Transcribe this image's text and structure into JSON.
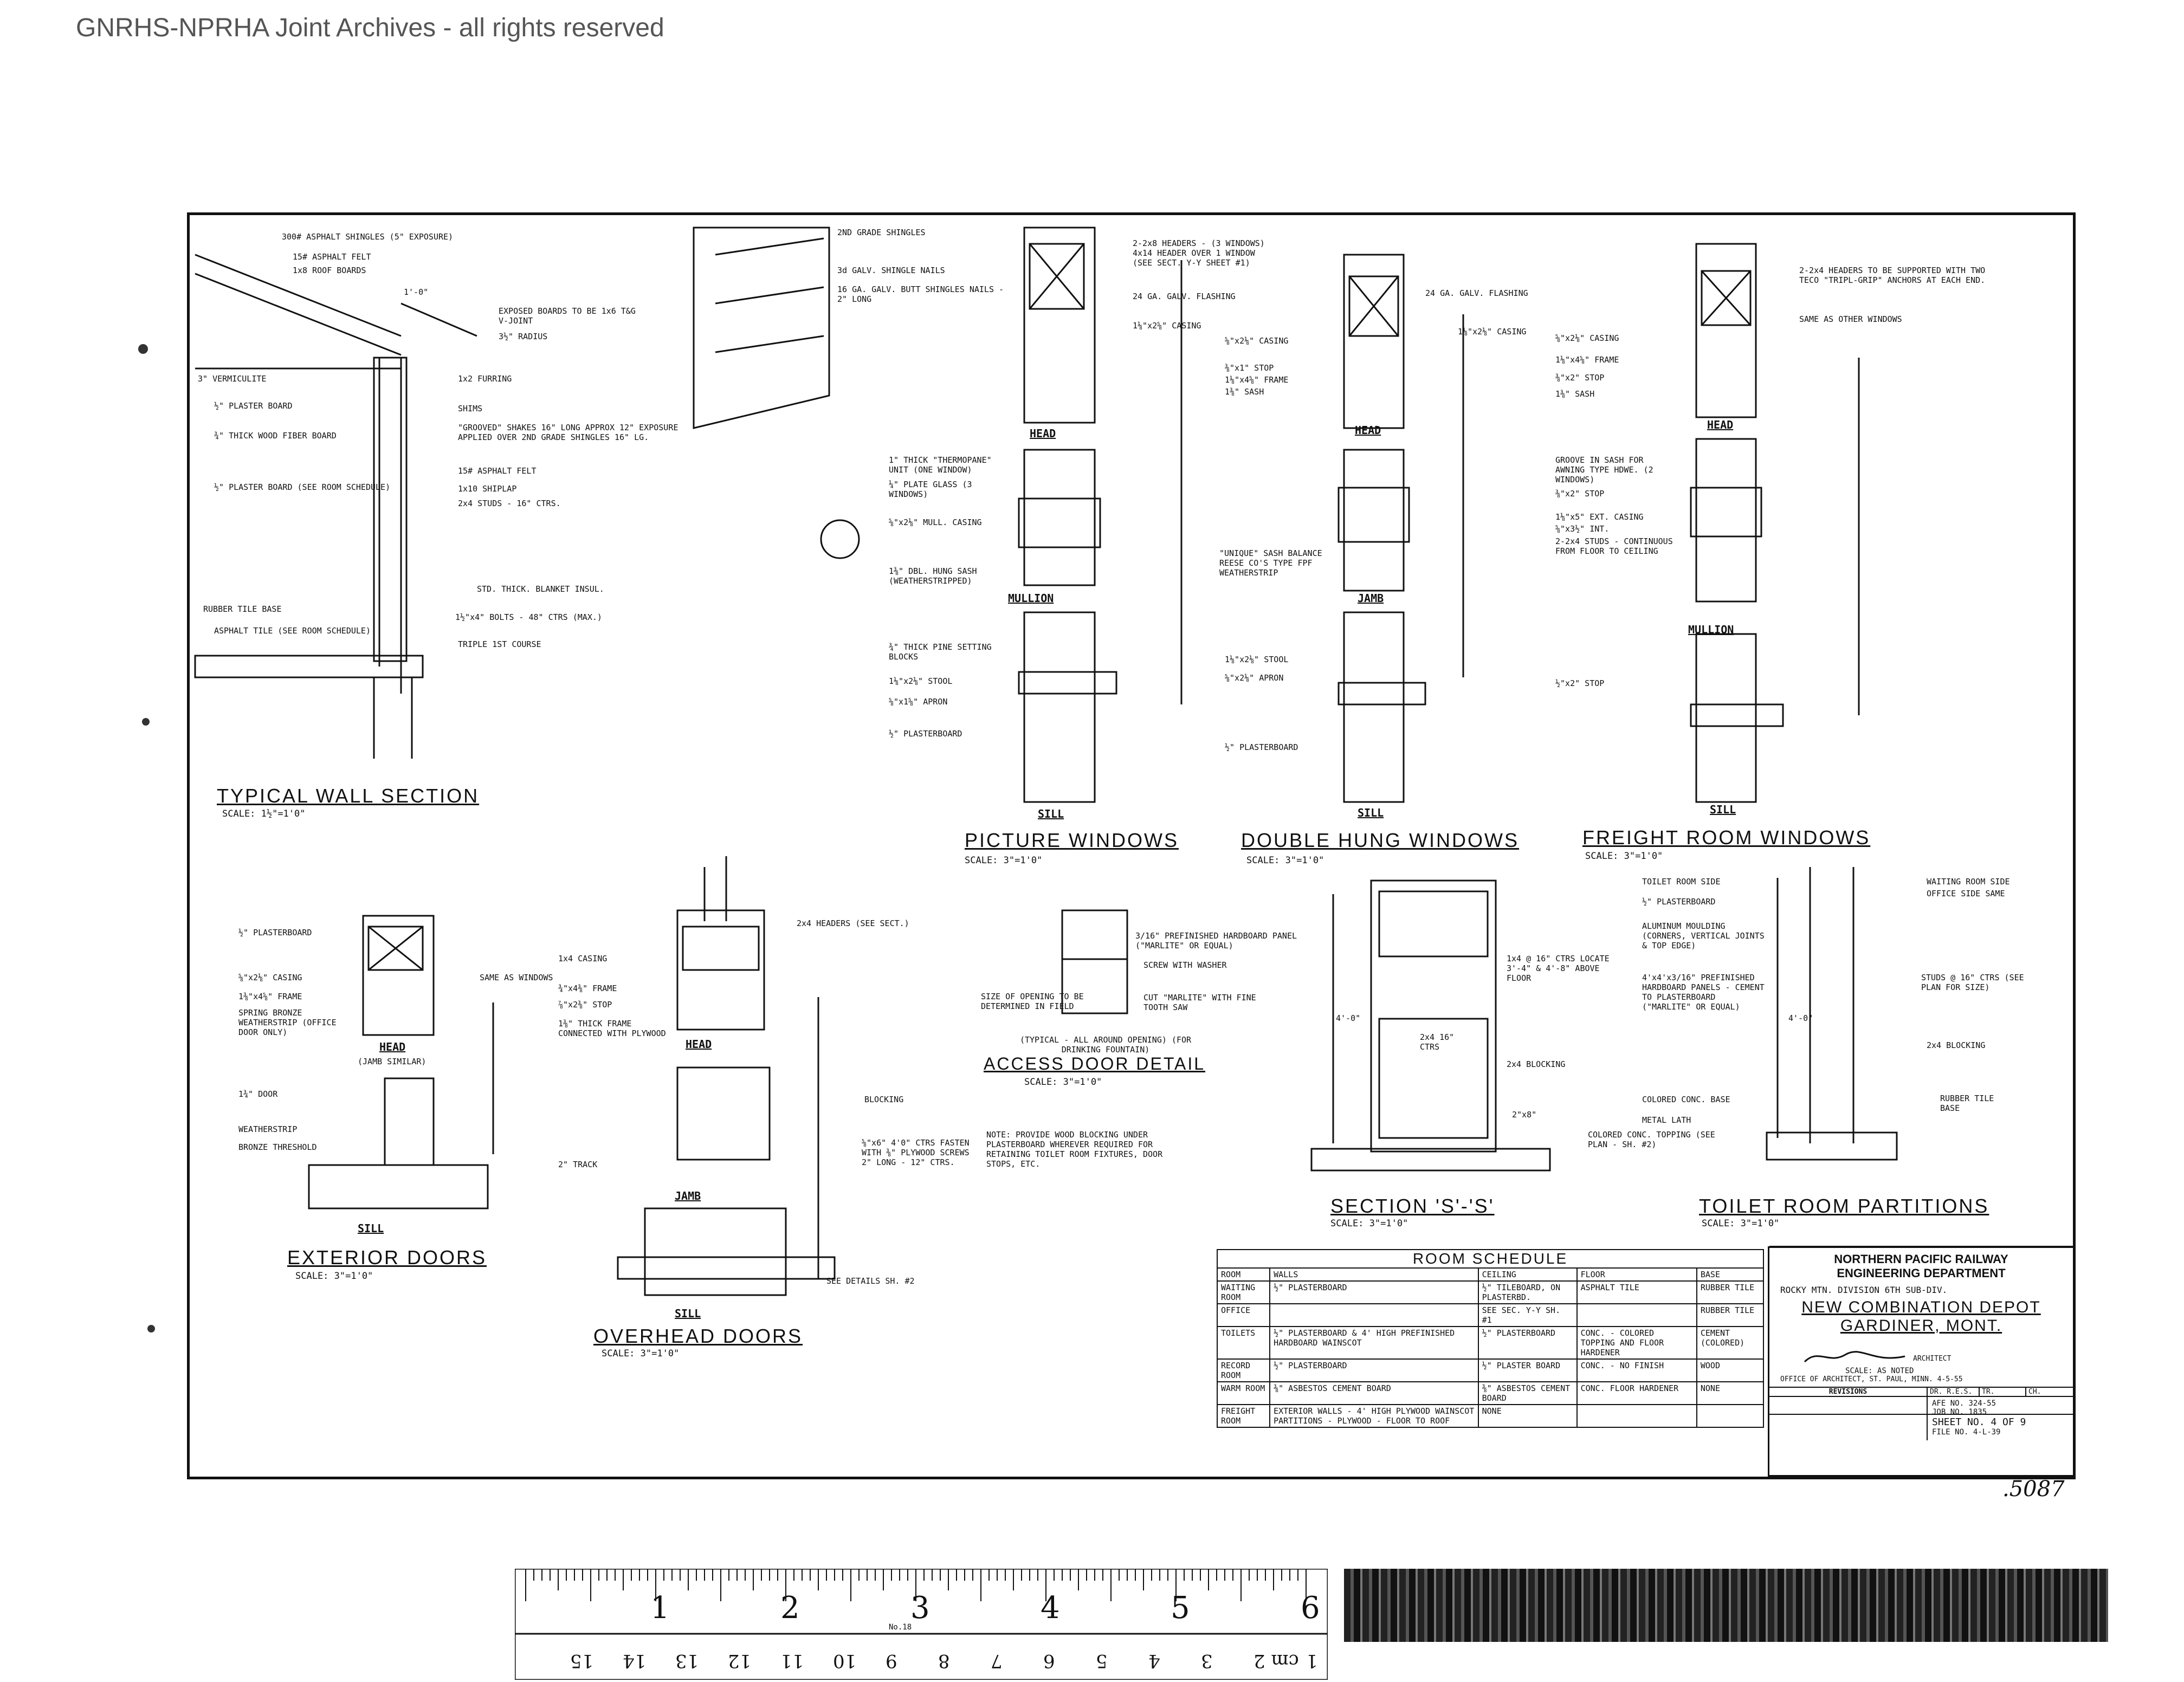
{
  "watermark": "GNRHS-NPRHA Joint Archives - all rights reserved",
  "drawing": {
    "typical_wall": {
      "title": "TYPICAL WALL SECTION",
      "scale": "SCALE: 1½\"=1'0\"",
      "notes_left": [
        "3\" VERMICULITE",
        "½\" PLASTER BOARD",
        "¾\" THICK WOOD FIBER BOARD",
        "½\" PLASTER BOARD (SEE ROOM SCHEDULE)",
        "RUBBER TILE BASE",
        "ASPHALT TILE (SEE ROOM SCHEDULE)"
      ],
      "notes_right": [
        "300# ASPHALT SHINGLES (5\" EXPOSURE)",
        "15# ASPHALT FELT",
        "1x8 ROOF BOARDS",
        "EXPOSED BOARDS TO BE 1x6 T&G V-JOINT",
        "3½\" RADIUS",
        "1x2 FURRING",
        "SHIMS",
        "\"GROOVED\" SHAKES 16\" LONG APPROX 12\" EXPOSURE APPLIED OVER 2ND GRADE SHINGLES 16\" LG.",
        "15# ASPHALT FELT",
        "1x10 SHIPLAP",
        "2x4 STUDS - 16\" CTRS.",
        "STD. THICK. BLANKET INSUL.",
        "1½\"x4\" BOLTS - 48\" CTRS (MAX.)",
        "TRIPLE 1ST COURSE"
      ],
      "dim": "1'-0\""
    },
    "shingle_detail": [
      "2ND GRADE SHINGLES",
      "3d GALV. SHINGLE NAILS",
      "16 GA. GALV. BUTT SHINGLES NAILS - 2\" LONG"
    ],
    "picture_windows": {
      "title": "PICTURE WINDOWS",
      "scale": "SCALE: 3\"=1'0\"",
      "labels": [
        "HEAD",
        "MULLION",
        "SILL"
      ],
      "notes": [
        "2-2x8 HEADERS - (3 WINDOWS) 4x14 HEADER OVER 1 WINDOW (SEE SECT. Y-Y SHEET #1)",
        "24 GA. GALV. FLASHING",
        "1⅛\"x2⅝\" CASING",
        "1\" THICK \"THERMOPANE\" UNIT (ONE WINDOW)",
        "¼\" PLATE GLASS (3 WINDOWS)",
        "⅝\"x2⅛\" MULL. CASING",
        "1⅜\" DBL. HUNG SASH (WEATHERSTRIPPED)",
        "¾\" THICK PINE SETTING BLOCKS",
        "1⅛\"x2⅛\" STOOL",
        "⅝\"x1⅝\" APRON",
        "½\" PLASTERBOARD"
      ]
    },
    "double_hung": {
      "title": "DOUBLE HUNG WINDOWS",
      "scale": "SCALE: 3\"=1'0\"",
      "labels": [
        "HEAD",
        "JAMB",
        "SILL"
      ],
      "notes": [
        "24 GA. GALV. FLASHING",
        "1⅛\"x2⅛\" CASING",
        "⅝\"x2⅛\" CASING",
        "⅜\"x1\" STOP",
        "1⅛\"x4⅝\" FRAME",
        "1⅜\" SASH",
        "\"UNIQUE\" SASH BALANCE REESE CO'S TYPE FPF WEATHERSTRIP",
        "1⅛\"x2⅛\" STOOL",
        "⅝\"x2⅛\" APRON",
        "½\" PLASTERBOARD"
      ]
    },
    "freight_room": {
      "title": "FREIGHT ROOM WINDOWS",
      "scale": "SCALE: 3\"=1'0\"",
      "labels": [
        "HEAD",
        "MULLION",
        "SILL"
      ],
      "notes": [
        "2-2x4 HEADERS TO BE SUPPORTED WITH TWO TECO \"TRIPL-GRIP\" ANCHORS AT EACH END.",
        "SAME AS OTHER WINDOWS",
        "⅝\"x2⅛\" CASING",
        "1⅛\"x4⅝\" FRAME",
        "⅜\"x2\" STOP",
        "1⅜\" SASH",
        "GROOVE IN SASH FOR AWNING TYPE HDWE. (2 WINDOWS)",
        "⅜\"x2\" STOP",
        "1⅛\"x5\" EXT. CASING",
        "⅝\"x3½\" INT.",
        "2-2x4 STUDS - CONTINUOUS FROM FLOOR TO CEILING",
        "½\"x2\" STOP"
      ]
    },
    "exterior_doors": {
      "title": "EXTERIOR DOORS",
      "scale": "SCALE: 3\"=1'0\"",
      "labels": [
        "HEAD",
        "(JAMB SIMILAR)",
        "SILL"
      ],
      "notes": [
        "½\" PLASTERBOARD",
        "⅝\"x2⅛\" CASING",
        "1⅜\"x4⅝\" FRAME",
        "SPRING BRONZE WEATHERSTRIP (OFFICE DOOR ONLY)",
        "1¾\" DOOR",
        "WEATHERSTRIP",
        "BRONZE THRESHOLD",
        "SAME AS WINDOWS"
      ]
    },
    "overhead_doors": {
      "title": "OVERHEAD DOORS",
      "scale": "SCALE: 3\"=1'0\"",
      "labels": [
        "HEAD",
        "JAMB",
        "SILL"
      ],
      "notes": [
        "1x4 CASING",
        "¾\"x4⅜\" FRAME",
        "⅞\"x2⅜\" STOP",
        "1⅜\" THICK FRAME CONNECTED WITH PLYWOOD",
        "2x4 HEADERS (SEE SECT.)",
        "BLOCKING",
        "⅝\"x6\" 4'0\" CTRS FASTEN WITH ⅜\" PLYWOOD SCREWS 2\" LONG - 12\" CTRS.",
        "2\" TRACK",
        "SEE DETAILS SH. #2"
      ]
    },
    "access_door": {
      "title": "ACCESS DOOR DETAIL",
      "scale": "SCALE: 3\"=1'0\"",
      "notes": [
        "3/16\" PREFINISHED HARDBOARD PANEL (\"MARLITE\" OR EQUAL)",
        "SCREW WITH WASHER",
        "SIZE OF OPENING TO BE DETERMINED IN FIELD",
        "CUT \"MARLITE\" WITH FINE TOOTH SAW",
        "(TYPICAL - ALL AROUND OPENING) (FOR DRINKING FOUNTAIN)"
      ]
    },
    "general_note": "NOTE: PROVIDE WOOD BLOCKING UNDER PLASTERBOARD WHEREVER REQUIRED FOR RETAINING TOILET ROOM FIXTURES, DOOR STOPS, ETC.",
    "section_s": {
      "title": "SECTION 'S'-'S'",
      "scale": "SCALE: 3\"=1'0\"",
      "notes": [
        "1x4 @ 16\" CTRS LOCATE 3'-4\" & 4'-8\" ABOVE FLOOR",
        "2x4 16\" CTRS",
        "2x4 BLOCKING",
        "2\"x8\""
      ],
      "dim": "4'-0\""
    },
    "toilet_partitions": {
      "title": "TOILET ROOM PARTITIONS",
      "scale": "SCALE: 3\"=1'0\"",
      "notes_left": [
        "TOILET ROOM SIDE",
        "½\" PLASTERBOARD",
        "ALUMINUM MOULDING (CORNERS, VERTICAL JOINTS & TOP EDGE)",
        "4'x4'x3/16\" PREFINISHED HARDBOARD PANELS - CEMENT TO PLASTERBOARD (\"MARLITE\" OR EQUAL)",
        "COLORED CONC. BASE",
        "METAL LATH",
        "COLORED CONC. TOPPING (SEE PLAN - SH. #2)"
      ],
      "notes_right": [
        "WAITING ROOM SIDE",
        "OFFICE SIDE SAME",
        "STUDS @ 16\" CTRS (SEE PLAN FOR SIZE)",
        "2x4 BLOCKING",
        "RUBBER TILE BASE"
      ],
      "dim": "4'-0\""
    }
  },
  "room_schedule": {
    "title": "ROOM SCHEDULE",
    "columns": [
      "ROOM",
      "WALLS",
      "CEILING",
      "FLOOR",
      "BASE"
    ],
    "rows": [
      [
        "WAITING ROOM",
        "½\" PLASTERBOARD",
        "½\" TILEBOARD, ON PLASTERBD.",
        "ASPHALT TILE",
        "RUBBER TILE"
      ],
      [
        "OFFICE",
        "",
        "SEE SEC. Y-Y SH. #1",
        "",
        "RUBBER TILE"
      ],
      [
        "TOILETS",
        "½\" PLASTERBOARD & 4' HIGH PREFINISHED HARDBOARD WAINSCOT",
        "½\" PLASTERBOARD",
        "CONC. - COLORED TOPPING AND FLOOR HARDENER",
        "CEMENT (COLORED)"
      ],
      [
        "RECORD ROOM",
        "½\" PLASTERBOARD",
        "½\" PLASTER BOARD",
        "CONC. - NO FINISH",
        "WOOD"
      ],
      [
        "WARM ROOM",
        "⅜\" ASBESTOS CEMENT BOARD",
        "⅜\" ASBESTOS CEMENT BOARD",
        "CONC. FLOOR HARDENER",
        "NONE"
      ],
      [
        "FREIGHT ROOM",
        "EXTERIOR WALLS - 4' HIGH PLYWOOD WAINSCOT PARTITIONS - PLYWOOD - FLOOR TO ROOF",
        "NONE",
        "",
        ""
      ]
    ]
  },
  "title_block": {
    "company": "NORTHERN PACIFIC RAILWAY",
    "department": "ENGINEERING DEPARTMENT",
    "division": "ROCKY MTN. DIVISION 6TH SUB-DIV.",
    "project": "NEW COMBINATION DEPOT",
    "location": "GARDINER, MONT.",
    "architect_label": "ARCHITECT",
    "scale": "SCALE: AS NOTED",
    "office": "OFFICE OF ARCHITECT, ST. PAUL, MINN. 4-5-55",
    "revisions": "REVISIONS",
    "afe": "AFE NO. 324-55",
    "job": "JOB NO. 1835",
    "sheet": "SHEET NO. 4 OF 9",
    "file": "FILE NO. 4-L-39",
    "cols": [
      "DR. R.E.S.",
      "TR.",
      "CH."
    ]
  },
  "archive_number": ".5087",
  "ruler": {
    "numbers_top": [
      "1",
      "2",
      "3",
      "4",
      "5",
      "6"
    ],
    "numbers_bottom": [
      "1",
      "cm 2",
      "3",
      "4",
      "5",
      "6",
      "7",
      "8",
      "9",
      "10",
      "11",
      "12",
      "13",
      "14",
      "15"
    ],
    "maker": "No.18"
  }
}
